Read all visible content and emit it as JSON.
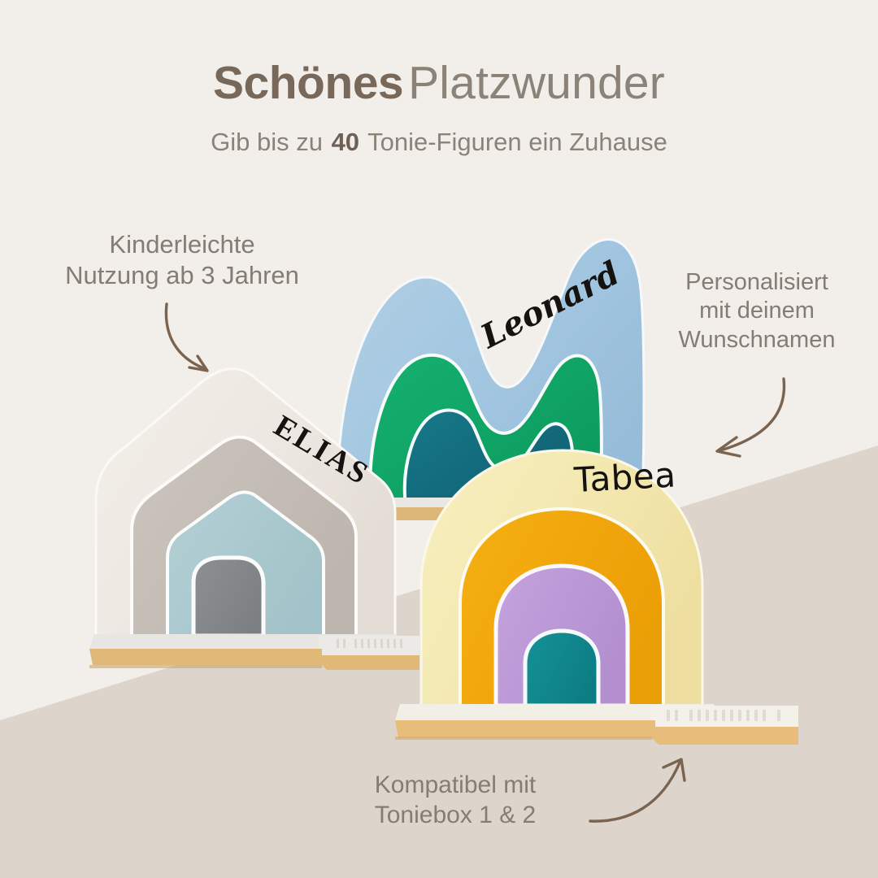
{
  "headline": {
    "bold_part": "Schönes",
    "light_part": "Platzwunder"
  },
  "subheadline": {
    "before": "Gib bis zu",
    "number": "40",
    "after": "Tonie-Figuren ein Zuhause"
  },
  "annotations": [
    {
      "id": "top-left",
      "text": "Kinderleichte\nNutzung ab 3 Jahren",
      "arrow": "curved-arrow-down-right"
    },
    {
      "id": "top-right",
      "text": "Personalisiert\nmit deinem\nWunschnamen",
      "arrow": "curved-arrow-down-left"
    },
    {
      "id": "bottom",
      "text": "Kompatibel mit\nToniebox 1 & 2",
      "arrow": "curved-arrow-up-right"
    }
  ],
  "products": [
    {
      "id": "elias",
      "name_label": "ELIAS",
      "shape": "house-arch",
      "layers": [
        "#eeeae4",
        "#c8c1b9",
        "#aecdd2",
        "#868a8c"
      ],
      "platform_color": "#e6e5e3",
      "base_color": "#e0b979"
    },
    {
      "id": "leonard",
      "name_label": "Leonard",
      "shape": "wave-mountain",
      "layers": [
        "#a8c8e0",
        "#11a868",
        "#156f7f"
      ],
      "platform_color": "#e6e5e3",
      "base_color": "#e0b979"
    },
    {
      "id": "tabea",
      "name_label": "Tabea",
      "shape": "rainbow-arch",
      "layers": [
        "#f5eab4",
        "#f0a80a",
        "#bd9ad8",
        "#11888e"
      ],
      "platform_color": "#f3efe7",
      "base_color": "#e8bd7c"
    }
  ],
  "colors": {
    "background_top": "#f2efeb",
    "background_bottom": "#ddd4cc",
    "heading_bold": "#77685a",
    "heading_light": "#8b8278",
    "annotation_text": "#857c73",
    "arrow_stroke": "#7a6450"
  }
}
